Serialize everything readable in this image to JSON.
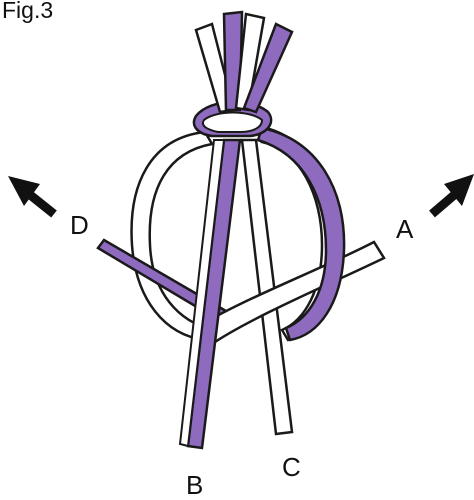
{
  "figure": {
    "caption": "Fig.3",
    "labels": {
      "a": "A",
      "b": "B",
      "c": "C",
      "d": "D"
    }
  },
  "colors": {
    "purple_strip": "#8f6bbf",
    "white_strip": "#ffffff",
    "outline": "#1a1a1a",
    "arrow": "#111111"
  },
  "icons": {
    "left_arrow": "arrow-up-left-icon",
    "right_arrow": "arrow-up-right-icon"
  }
}
